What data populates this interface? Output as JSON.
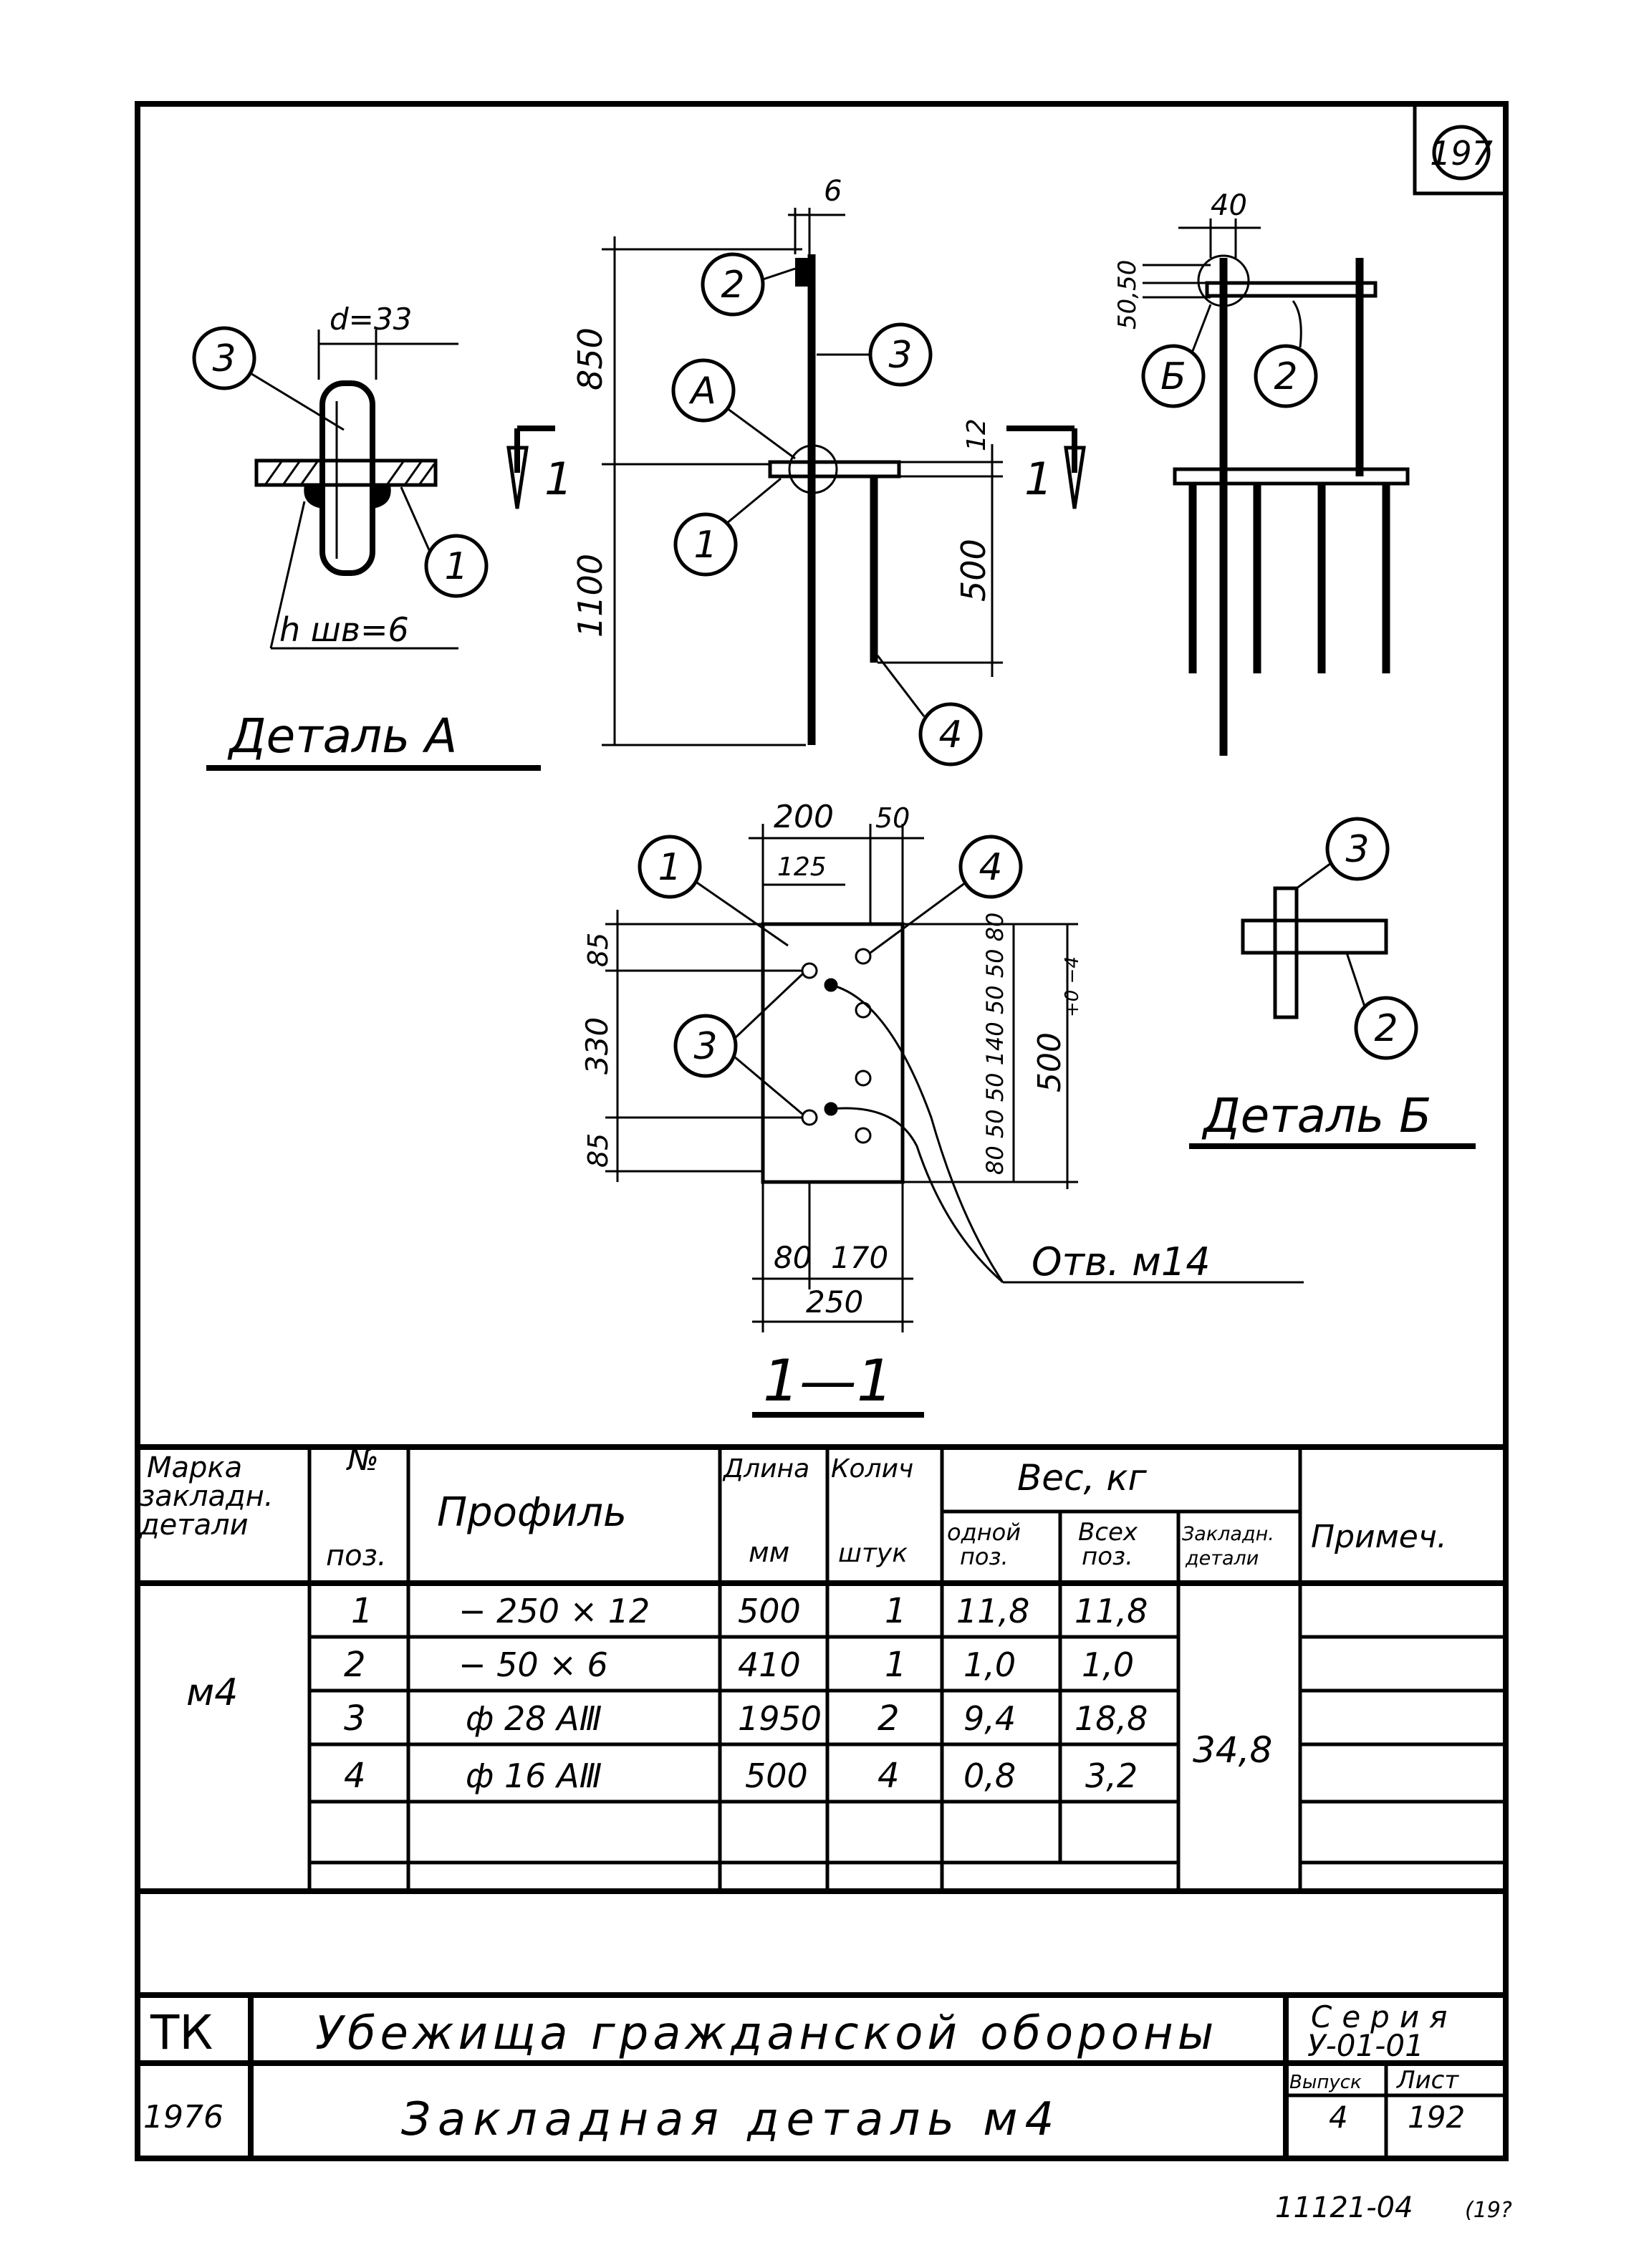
{
  "sheet": {
    "corner_number": "197",
    "footer_code": "11121-04",
    "footer_extra": "(19?"
  },
  "detail_a": {
    "title": "Деталь А",
    "diameter": "d=33",
    "weld": "h шв=6",
    "pos_bar": "3",
    "pos_plate": "1"
  },
  "elevation": {
    "dim_top_width": "6",
    "dim_upper": "850",
    "dim_lower": "1100",
    "dim_plate": "12",
    "dim_anchor": "500",
    "callout_a": "А",
    "pos_strip": "2",
    "pos_bar": "3",
    "pos_plate": "1",
    "pos_anchor": "4",
    "section_mark": "1"
  },
  "side_view": {
    "dim_gap": "40",
    "dim_strip": "50,50",
    "callout_b": "Б",
    "pos_strip": "2"
  },
  "section": {
    "title": "1—1",
    "top_dims": [
      "200",
      "50"
    ],
    "inner_dim": "125",
    "left_dims": [
      "85",
      "330",
      "85"
    ],
    "right_dims": [
      "80",
      "50",
      "50",
      "140",
      "50",
      "50",
      "80"
    ],
    "overall_height": "500",
    "tolerance": "+0 −4",
    "bottom_dims": [
      "80",
      "170"
    ],
    "overall_width": "250",
    "holes_note": "Отв.  м14",
    "pos_plate": "1",
    "pos_anchor": "4",
    "pos_bar": "3"
  },
  "detail_b": {
    "title": "Деталь Б",
    "pos_bar": "3",
    "pos_strip": "2"
  },
  "table": {
    "headers": {
      "mark": "Марка закладн. детали",
      "pos_no_top": "№",
      "pos_no_bottom": "поз.",
      "profile": "Профиль",
      "length_top": "Длина",
      "length_bottom": "мм",
      "qty_top": "Колич",
      "qty_bottom": "штук",
      "weight": "Вес, кг",
      "weight_one": "одной поз.",
      "weight_all": "Всех поз.",
      "weight_part": "Закладн. детали",
      "note": "Примеч."
    },
    "mark_value": "м4",
    "total_weight": "34,8",
    "rows": [
      {
        "pos": "1",
        "profile": "− 250 × 12",
        "length": "500",
        "qty": "1",
        "w_one": "11,8",
        "w_all": "11,8"
      },
      {
        "pos": "2",
        "profile": "−  50 × 6",
        "length": "410",
        "qty": "1",
        "w_one": "1,0",
        "w_all": "1,0"
      },
      {
        "pos": "3",
        "profile": "ф 28 АⅢ",
        "length": "1950",
        "qty": "2",
        "w_one": "9,4",
        "w_all": "18,8"
      },
      {
        "pos": "4",
        "profile": "ф 16 АⅢ",
        "length": "500",
        "qty": "4",
        "w_one": "0,8",
        "w_all": "3,2"
      }
    ]
  },
  "title_block": {
    "org": "ТК",
    "year": "1976",
    "project": "Убежища гражданской обороны",
    "sheet_title": "Закладная деталь м4",
    "series_label": "Серия",
    "series_value": "У-01-01",
    "issue_label": "Выпуск",
    "issue_value": "4",
    "sheet_label": "Лист",
    "sheet_value": "192"
  }
}
